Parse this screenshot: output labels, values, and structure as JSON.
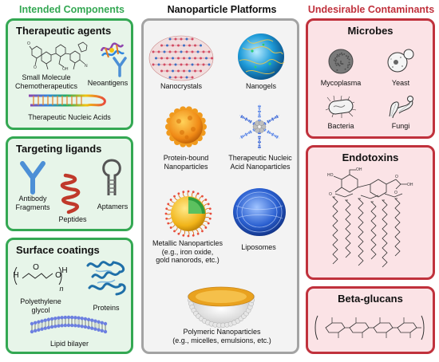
{
  "columns": {
    "left": {
      "title": "Intended Components",
      "color": "#34a853"
    },
    "middle": {
      "title": "Nanoparticle Platforms",
      "color": "#111111"
    },
    "right": {
      "title": "Undesirable Contaminants",
      "color": "#c0313c"
    }
  },
  "intended": {
    "therapeutic": {
      "title": "Therapeutic agents",
      "small_molecule": "Small Molecule\nChemotherapeutics",
      "neoantigens": "Neoantigens",
      "nucleic_acids": "Therapeutic Nucleic Acids"
    },
    "targeting": {
      "title": "Targeting ligands",
      "antibody": "Antibody\nFragments",
      "peptides": "Peptides",
      "aptamers": "Aptamers"
    },
    "coatings": {
      "title": "Surface coatings",
      "peg": "Polyethylene\nglycol",
      "peg_o": "O",
      "peg_h": "H",
      "peg_n": "n",
      "proteins": "Proteins",
      "lipid": "Lipid bilayer"
    }
  },
  "platforms": {
    "nanocrystals": "Nanocrystals",
    "nanogels": "Nanogels",
    "protein_bound": "Protein-bound\nNanoparticles",
    "tna": "Therapeutic Nucleic\nAcid Nanoparticles",
    "metallic": "Metallic Nanoparticles\n(e.g., iron oxide,\ngold nanorods, etc.)",
    "liposomes": "Liposomes",
    "polymeric": "Polymeric Nanoparticles\n(e.g., micelles, emulsions, etc.)"
  },
  "contaminants": {
    "microbes": {
      "title": "Microbes",
      "mycoplasma": "Mycoplasma",
      "yeast": "Yeast",
      "bacteria": "Bacteria",
      "fungi": "Fungi"
    },
    "endotoxins": {
      "title": "Endotoxins"
    },
    "beta_glucans": {
      "title": "Beta-glucans"
    }
  }
}
